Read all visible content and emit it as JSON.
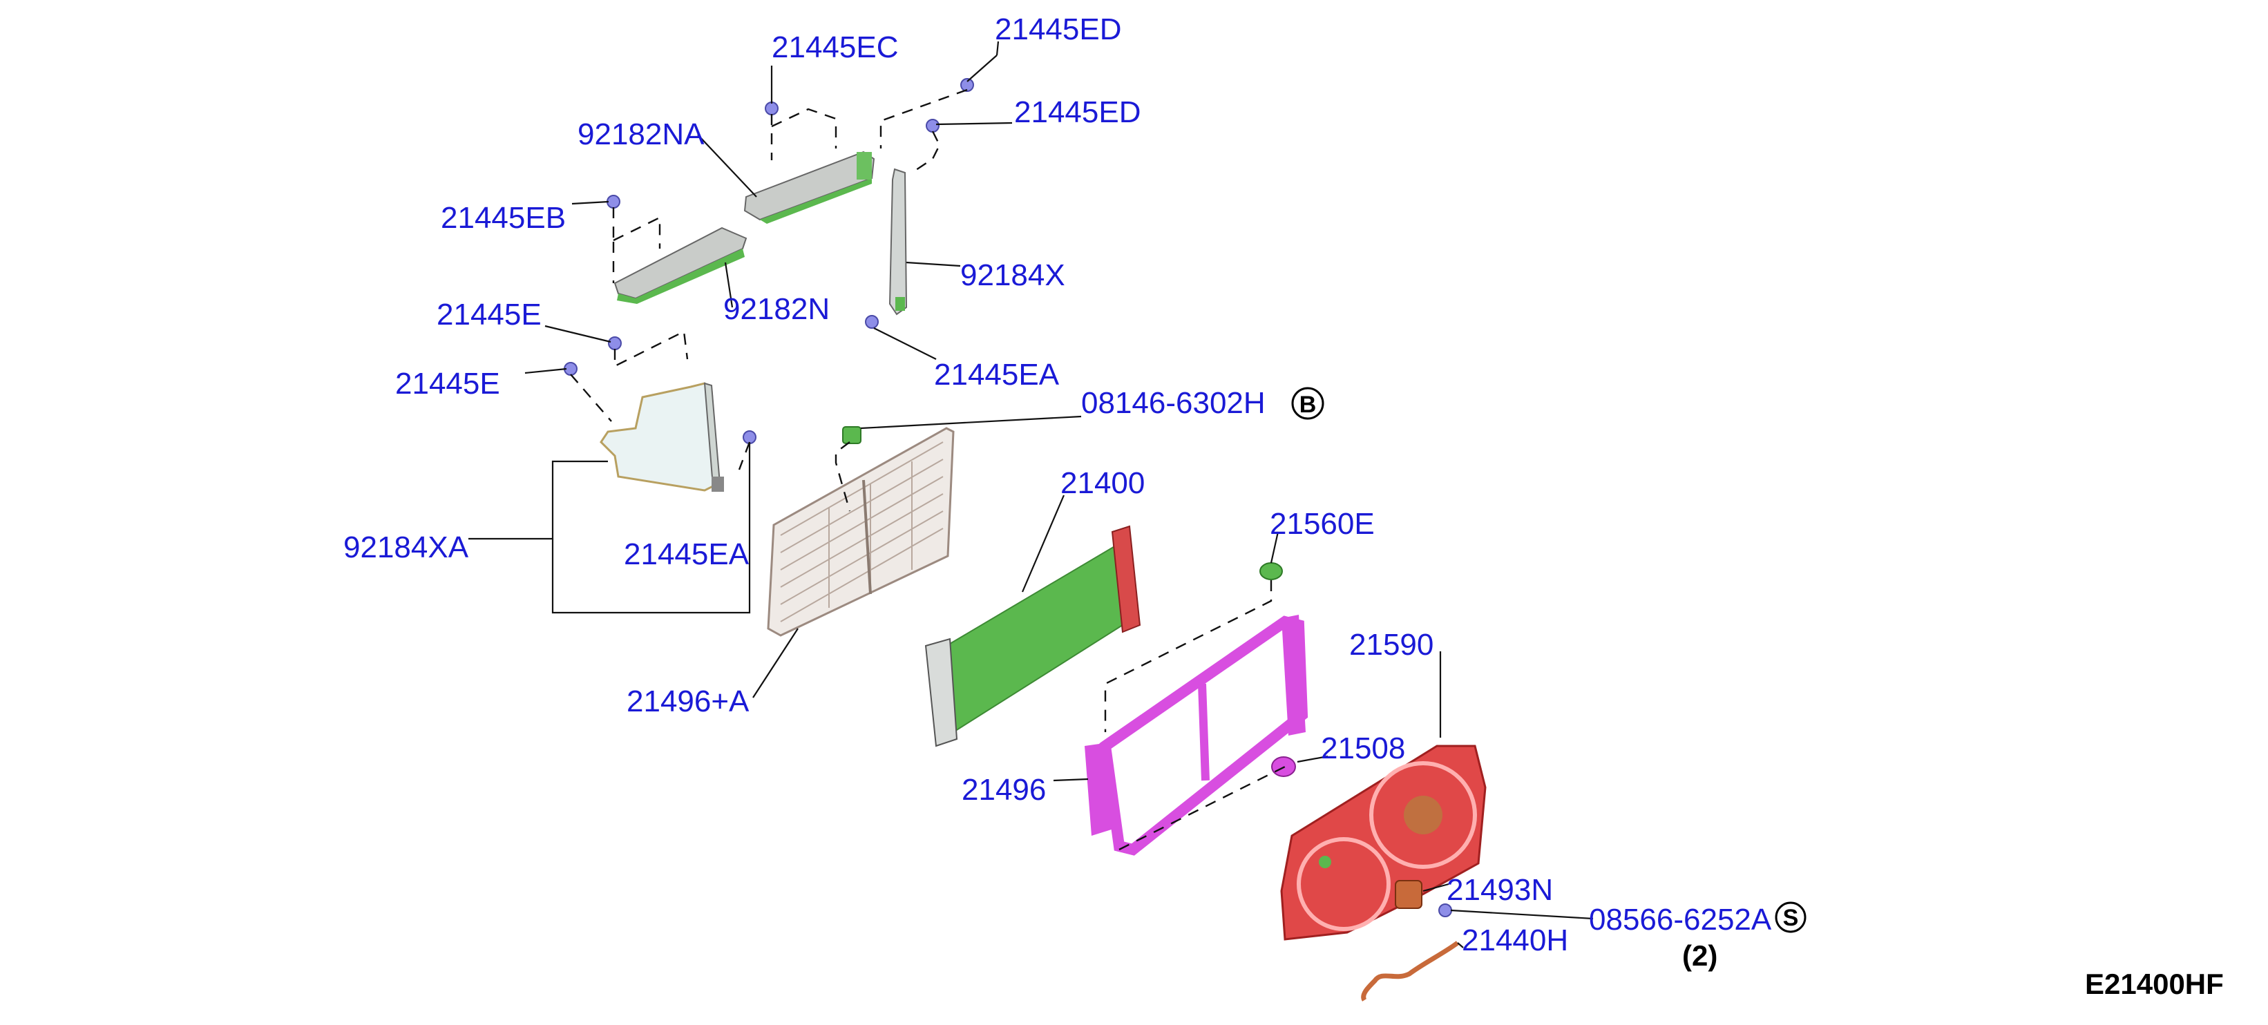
{
  "colors": {
    "label": "#1a1ad6",
    "radiator_core": "#5bb84e",
    "radiator_tank": "#d84a4a",
    "frame": "#d84ee0",
    "fan_shroud": "#e04848",
    "air_guide": "#cfd6d2",
    "duct": "#e8f1f2"
  },
  "labels": {
    "p21445ec": "21445EC",
    "p21445ed_1": "21445ED",
    "p21445ed_2": "21445ED",
    "p92182na": "92182NA",
    "p21445eb": "21445EB",
    "p92184x": "92184X",
    "p92182n": "92182N",
    "p21445e_1": "21445E",
    "p21445e_2": "21445E",
    "p21445ea_1": "21445EA",
    "p08146": "08146-6302H",
    "p21400": "21400",
    "p92184xa": "92184XA",
    "p21445ea_2": "21445EA",
    "p21560e": "21560E",
    "p21590": "21590",
    "p21496a": "21496+A",
    "p21508": "21508",
    "p21496": "21496",
    "p21493n": "21493N",
    "p08566": "08566-6252A",
    "p21440h": "21440H",
    "qty": "(2)",
    "diagram_code": "E21400HF"
  },
  "symbols": {
    "b_marker": "B",
    "s_marker": "S"
  }
}
